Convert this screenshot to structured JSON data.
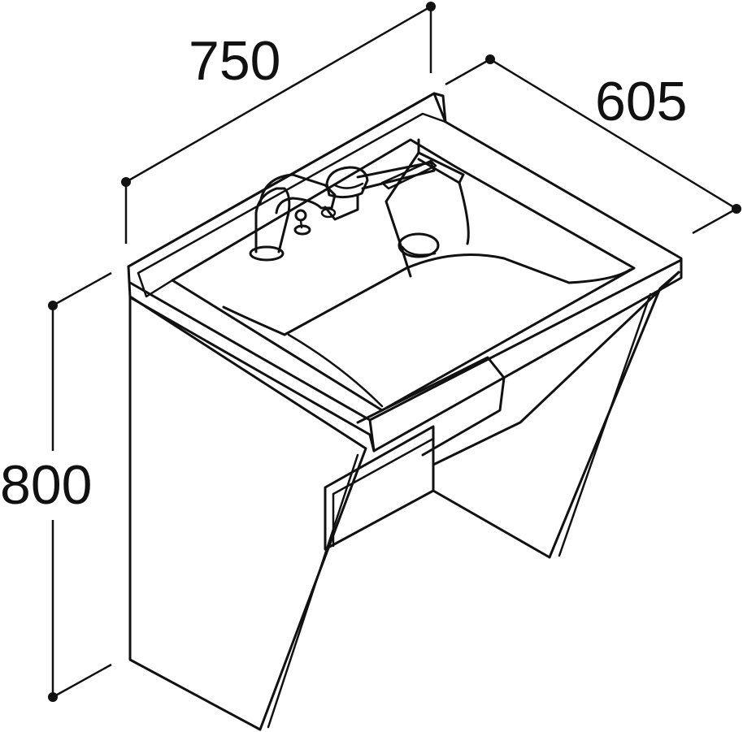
{
  "dimensions": {
    "width": "750",
    "depth": "605",
    "height": "800"
  }
}
